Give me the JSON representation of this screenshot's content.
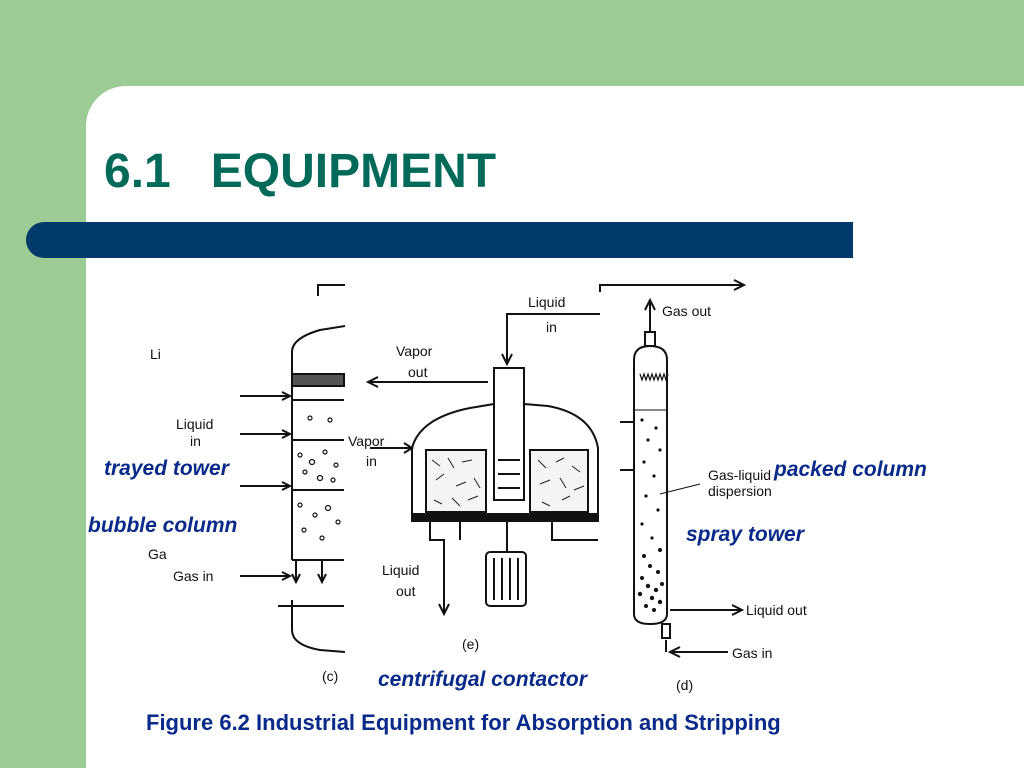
{
  "slide": {
    "title": "6.1   EQUIPMENT",
    "caption": "Figure 6.2 Industrial Equipment for Absorption and Stripping",
    "accent_colors": {
      "background": "#9ccc94",
      "title": "#006a5a",
      "bar": "#003a6b",
      "labels": "#0a2a8a"
    }
  },
  "labels": {
    "trayed_tower": "trayed tower",
    "bubble_column": "bubble column",
    "packed_column": "packed column",
    "spray_tower": "spray tower",
    "centrifugal_contactor": "centrifugal contactor"
  },
  "diagram_c": {
    "liquid_in": "Liquid",
    "liquid_in_2": "in",
    "gas_in": "Gas in",
    "tag": "(c)",
    "cut_li": "Li",
    "cut_ga": "Ga"
  },
  "diagram_e": {
    "liquid_in_1": "Liquid",
    "liquid_in_2": "in",
    "vapor_out_1": "Vapor",
    "vapor_out_2": "out",
    "vapor_in_1": "Vapor",
    "vapor_in_2": "in",
    "liquid_out_1": "Liquid",
    "liquid_out_2": "out",
    "tag": "(e)"
  },
  "diagram_d": {
    "gas_out": "Gas out",
    "dispersion_1": "Gas-liquid",
    "dispersion_2": "dispersion",
    "liquid_out": "Liquid out",
    "gas_in": "Gas in",
    "tag": "(d)"
  }
}
